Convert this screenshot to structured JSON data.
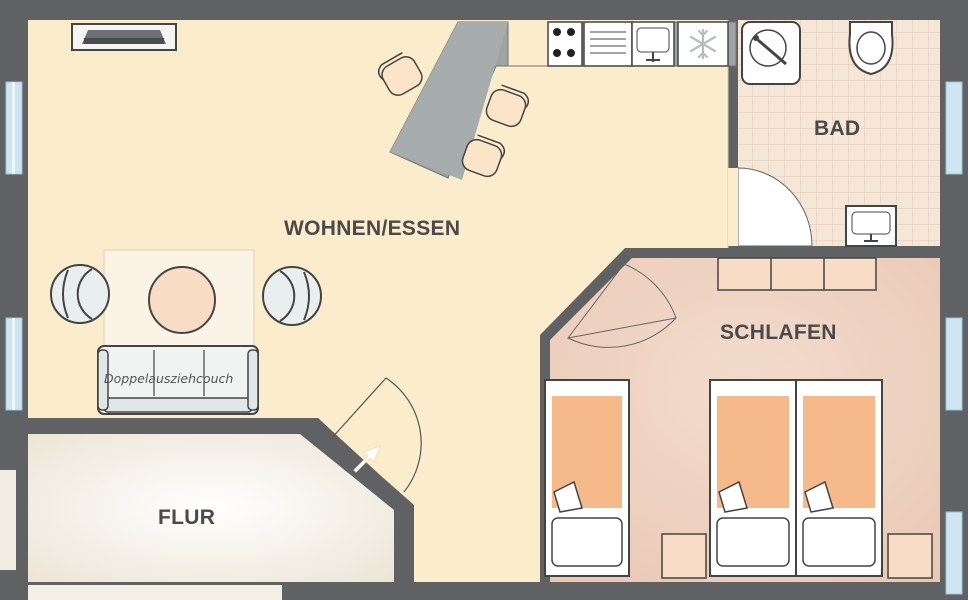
{
  "rooms": {
    "living": "WOHNEN/ESSEN",
    "bath": "BAD",
    "bedroom": "SCHLAFEN",
    "hall": "FLUR"
  },
  "furniture": {
    "sofa_bed": "Doppelausziehcouch"
  },
  "icons": {
    "freezer": "snowflake-icon",
    "entry": "entry-arrow-icon"
  },
  "colors": {
    "wall": "#5f6163",
    "living_floor": "#fbeccb",
    "bedroom_floor": "#efd3c2",
    "bath_tile": "#f4e4d4",
    "hall_floor": "#f4f0e6",
    "bed_sheet": "#f6b98a",
    "counter": "#9ea4a4"
  }
}
